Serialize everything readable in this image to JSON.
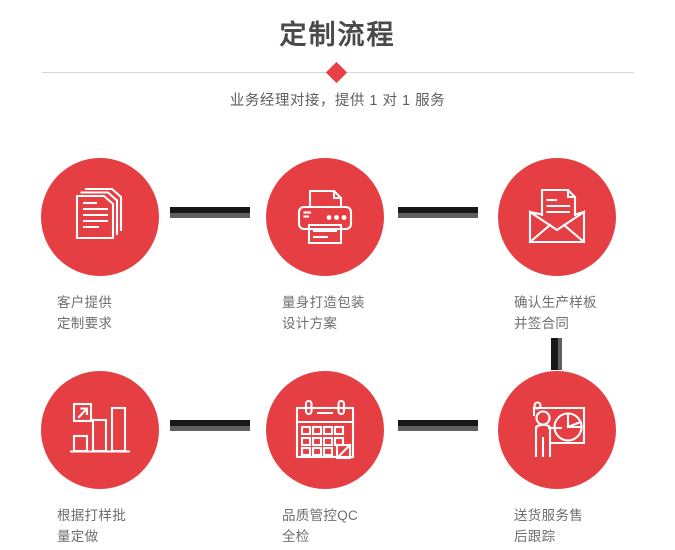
{
  "header": {
    "title": "定制流程",
    "subtitle": "业务经理对接，提供 1 对 1 服务",
    "diamond_color": "#e8414a",
    "divider_color": "#d8d8d8",
    "title_color": "#4a4a4a"
  },
  "theme": {
    "circle_red": "#e53e43",
    "connector_dark": "#171717",
    "connector_gray": "#5f5f5f",
    "label_gray": "#6e6e6e"
  },
  "steps": [
    {
      "id": "step-1",
      "icon": "documents-stack-icon",
      "line1": "客户提供",
      "line2": "定制要求"
    },
    {
      "id": "step-2",
      "icon": "printer-icon",
      "line1": "量身打造包装",
      "line2": "设计方案"
    },
    {
      "id": "step-3",
      "icon": "envelope-document-icon",
      "line1": "确认生产样板",
      "line2": "并签合同"
    },
    {
      "id": "step-4",
      "icon": "bar-chart-growth-icon",
      "line1": "根据打样批",
      "line2": "量定做"
    },
    {
      "id": "step-5",
      "icon": "calendar-check-icon",
      "line1": "品质管控QC",
      "line2": "全检"
    },
    {
      "id": "step-6",
      "icon": "presenter-pie-chart-icon",
      "line1": "送货服务售",
      "line2": "后跟踪"
    }
  ]
}
